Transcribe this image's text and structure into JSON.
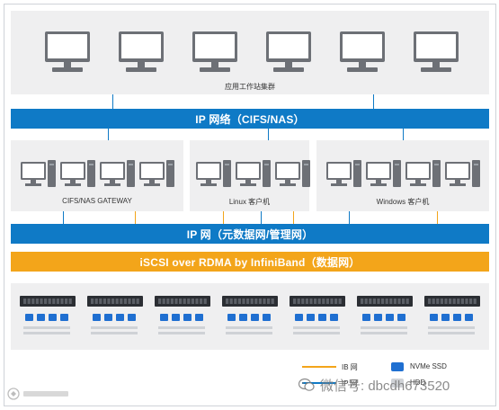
{
  "workstation_group_label": "应用工作站集群",
  "ip_network_top_label": "IP 网络（CIFS/NAS）",
  "groups": [
    {
      "label": "CIFS/NAS GATEWAY"
    },
    {
      "label": "Linux 客户机"
    },
    {
      "label": "Windows 客户机"
    }
  ],
  "ip_network_meta_label": "IP 网（元数据网/管理网）",
  "iscsi_label": "iSCSI over RDMA by InfiniBand（数据网）",
  "legend": {
    "ib_label": "IB 网",
    "ip_label": "IP 网",
    "nvme_label": "NVMe SSD",
    "hdd_label": "HDD"
  },
  "watermark_text": "微信号: dbcdh673520",
  "colors": {
    "ip_blue": "#0f7ac6",
    "ib_orange": "#f3a51a",
    "panel_gray": "#efeff0",
    "nvme_blue": "#1f6fd1"
  }
}
